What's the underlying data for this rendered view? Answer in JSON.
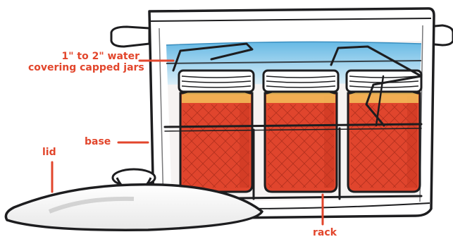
{
  "colors": {
    "annotation": "#e2462c",
    "outline": "#1d1d1f",
    "water": "#7ec8ea",
    "jam": "#e0452d",
    "jam_dark": "#c7361f",
    "headspace": "#f3c15a",
    "pot_fill": "#ffffff",
    "lid_fill": "#f4f4f4"
  },
  "labels": {
    "water_line1": "1\" to 2\" water",
    "water_line2": "covering capped jars",
    "base": "base",
    "lid": "lid",
    "rack": "rack"
  },
  "parts": {
    "jar_count": 3,
    "jar_content": "jam",
    "handles": 2
  }
}
